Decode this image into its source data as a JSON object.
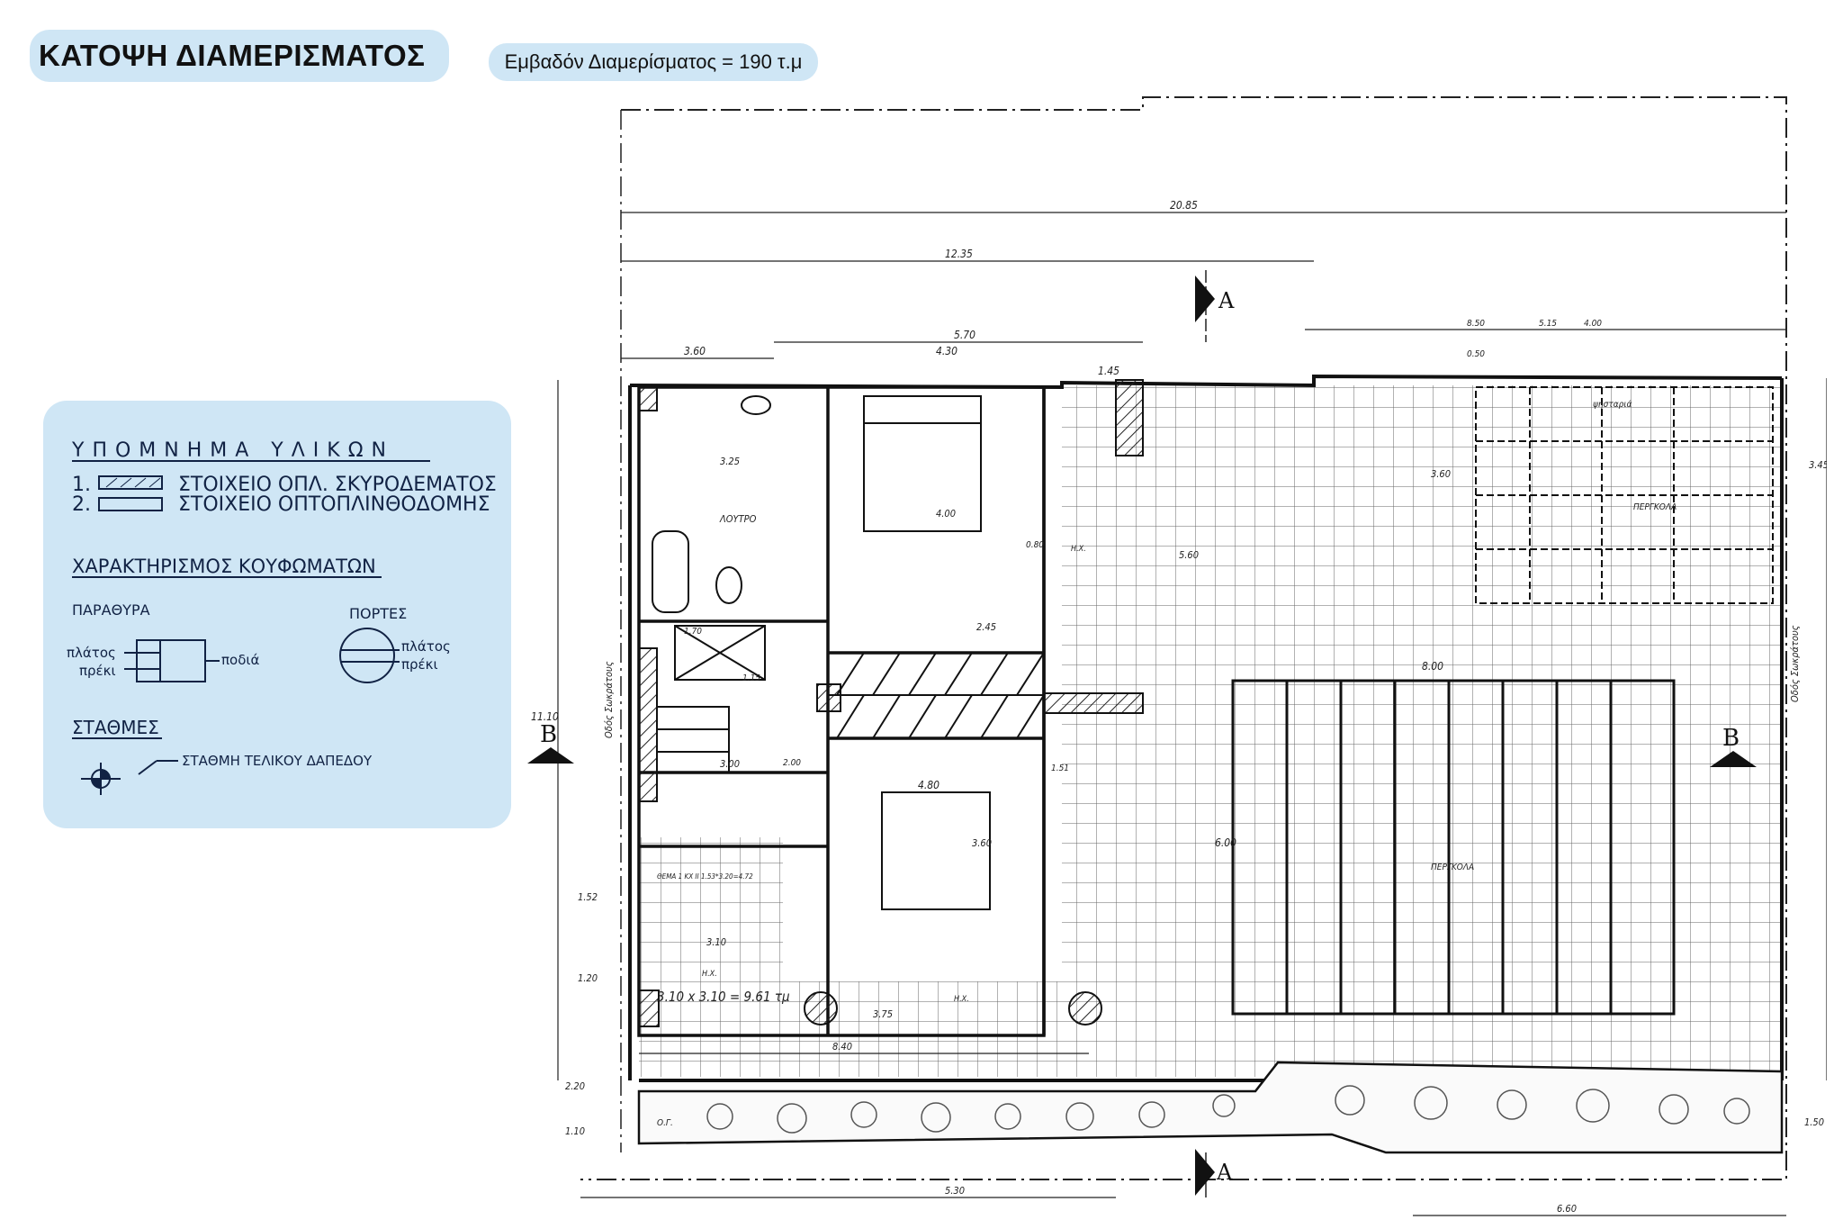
{
  "header": {
    "title": "ΚΑΤΟΨΗ ΔΙΑΜΕΡΙΣΜΑΤΟΣ",
    "area": "Εμβαδόν Διαμερίσματος = 190 τ.μ"
  },
  "legend": {
    "heading": "ΥΠΟΜΝΗΜΑ ΥΛΙΚΩΝ",
    "item1_num": "1.",
    "item1": "ΣΤΟΙΧΕΙΟ ΟΠΛ. ΣΚΥΡΟΔΕΜΑΤΟΣ",
    "item2_num": "2.",
    "item2": "ΣΤΟΙΧΕΙΟ ΟΠΤΟΠΛΙΝΘΟΔΟΜΗΣ",
    "openings_heading": "ΧΑΡΑΚΤΗΡΙΣΜΟΣ ΚΟΥΦΩΜΑΤΩΝ",
    "windows": "ΠΑΡΑΘΥΡΑ",
    "doors": "ΠΟΡΤΕΣ",
    "width": "πλάτος",
    "lintel": "πρέκι",
    "sill": "ποδιά",
    "door_width": "πλάτος",
    "door_lintel": "πρέκι",
    "levels_heading": "ΣΤΑΘΜΕΣ",
    "level_label": "ΣΤΑΘΜΗ ΤΕΛΙΚΟΥ ΔΑΠΕΔΟΥ"
  },
  "plan": {
    "dims": {
      "d1": "20.85",
      "d2": "12.35",
      "d3": "5.70",
      "d4": "3.60",
      "d5": "4.30",
      "d6": "1.45",
      "d7": "8.50",
      "d8": "5.15",
      "d9": "4.00",
      "d10": "0.50",
      "d11": "3.45",
      "d12": "3.60",
      "d13": "5.60",
      "d14": "8.00",
      "d15": "6.00",
      "d16": "11.10",
      "d17": "4.80",
      "d18": "3.00",
      "d19": "3.75",
      "d20": "8.40",
      "d21": "5.30",
      "d22": "6.60",
      "d23": "1.52",
      "d24": "1.20",
      "d25": "2.20",
      "d26": "1.10",
      "d27": "1.50",
      "d28": "2.45",
      "d29": "3.60",
      "d30": "4.00",
      "d31": "3.25",
      "d32": "1.70",
      "d33": "1.15",
      "d34": "2.00",
      "d35": "3.10",
      "d36": "0.80",
      "d37": "1.51"
    },
    "labels": {
      "bath": "ΛΟΥΤΡΟ",
      "pergola1": "ΠΕΡΓΚΟΛΑ",
      "pergola2": "ΠΕΡΓΚΟΛΑ",
      "fountain": "ψησταριά",
      "street1": "Οδός Σωκράτους",
      "street2": "Οδός Σωκράτους",
      "formula": "3.10 x 3.10 = 9.61 τμ",
      "note": "ΘΕΜΑ 1 ΚΧ II 1.53*3.20=4.72",
      "hx1": "Η.Χ.",
      "hx2": "Η.Χ.",
      "hx3": "Η.Χ.",
      "op": "Ο.Γ."
    },
    "sections": {
      "a_top": "Α",
      "a_bottom": "Α",
      "b_left": "Β",
      "b_right": "Β"
    }
  }
}
